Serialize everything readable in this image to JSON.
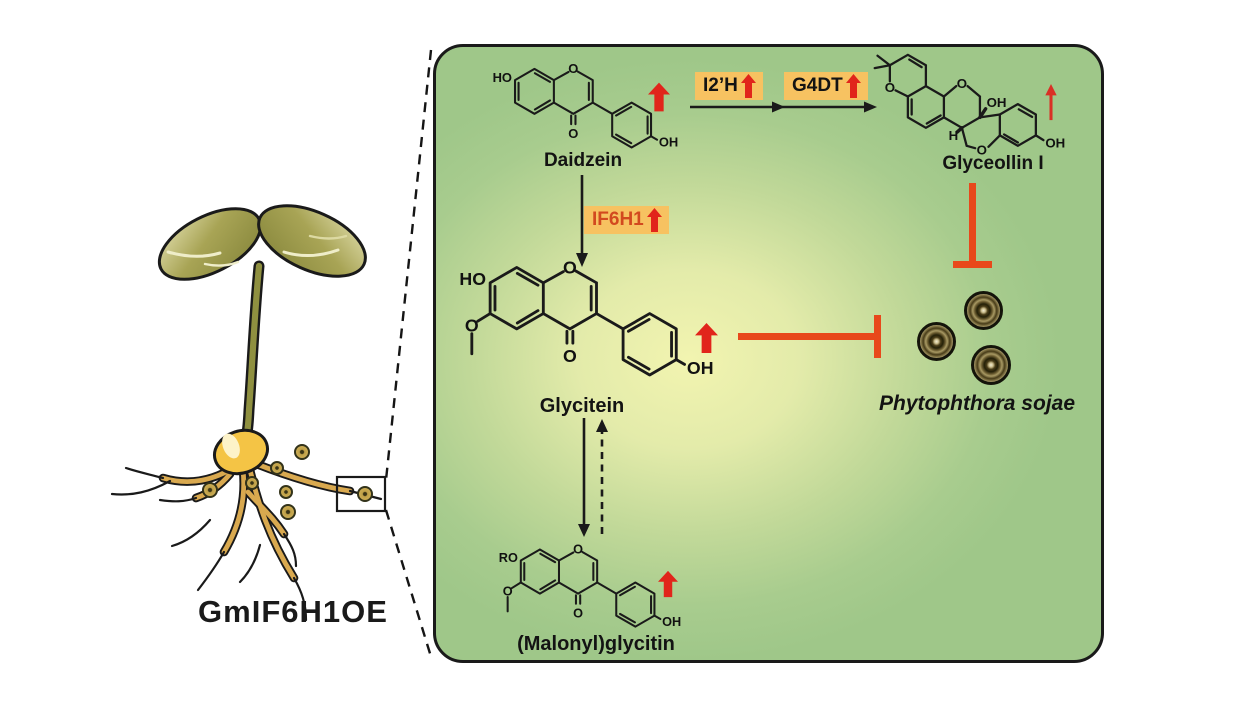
{
  "figure": {
    "organism_label": "GmIF6H1OE",
    "illustration": "soybean-seedling-with-pathogen-spores-around-roots",
    "magnified_region": "root-zone-spore"
  },
  "pathway": {
    "daidzein": {
      "name": "Daidzein",
      "trend": "up",
      "atoms": {
        "ho": "HO",
        "ring_o": "O",
        "carbonyl_o": "O",
        "oh": "OH"
      }
    },
    "glyceollin": {
      "name": "Glyceollin I",
      "trend": "up",
      "atoms": {
        "chromene_o": "O",
        "pyran_o": "O",
        "center_oh": "OH",
        "h": "H",
        "furan_o": "O",
        "oh": "OH"
      }
    },
    "glycitein": {
      "name": "Glycitein",
      "trend": "up",
      "atoms": {
        "ho": "HO",
        "methoxy_o": "O",
        "ring_o": "O",
        "carbonyl_o": "O",
        "oh": "OH"
      }
    },
    "malonylglycitin": {
      "name": "(Malonyl)glycitin",
      "trend": "up",
      "atoms": {
        "ro": "RO",
        "methoxy_o": "O",
        "ring_o": "O",
        "carbonyl_o": "O",
        "oh": "OH"
      }
    },
    "enzymes": {
      "i2h": {
        "label": "I2’H",
        "trend": "up"
      },
      "g4dt": {
        "label": "G4DT",
        "trend": "up"
      },
      "if6h1": {
        "label": "IF6H1",
        "trend": "up"
      }
    },
    "pathogen": {
      "name": "Phytophthora sojae"
    },
    "relations": {
      "daidzein_to_glyceollin": "arrow via I2’H and G4DT",
      "daidzein_to_glycitein": "arrow via IF6H1",
      "glycitein_to_malonylglycitin": "reversible (solid down / dashed up)",
      "glycitein_inhibits_pathogen": true,
      "glyceollin_inhibits_pathogen": true
    }
  },
  "colors": {
    "panel_green": "#a6cb8d",
    "panel_glow": "#f2f4b0",
    "enzyme_box_orange": "#f7c261",
    "enzyme_if6h1_text": "#d2491f",
    "up_arrow_red": "#e1251b",
    "inhibition_red": "#e8481b",
    "line_black": "#1a1a1a",
    "leaf_olive": "#8f9040",
    "seed_yellow": "#f4c445",
    "root_tan": "#d9a94f"
  }
}
